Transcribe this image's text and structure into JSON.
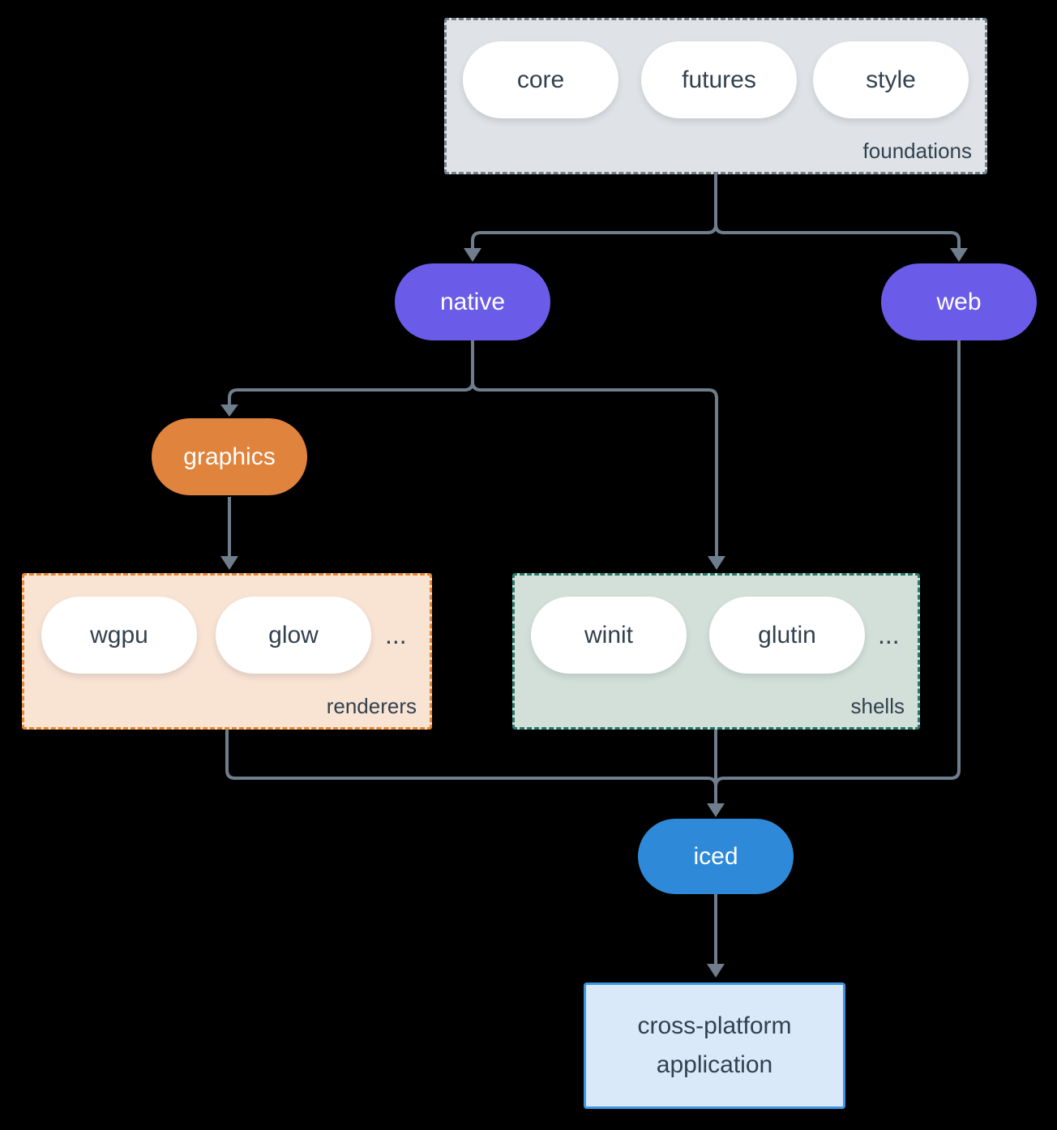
{
  "groups": {
    "foundations": {
      "label": "foundations",
      "pills": [
        "core",
        "futures",
        "style"
      ]
    },
    "renderers": {
      "label": "renderers",
      "pills": [
        "wgpu",
        "glow"
      ],
      "ellipsis": "..."
    },
    "shells": {
      "label": "shells",
      "pills": [
        "winit",
        "glutin"
      ],
      "ellipsis": "..."
    }
  },
  "nodes": {
    "native": "native",
    "web": "web",
    "graphics": "graphics",
    "iced": "iced",
    "application": "cross-platform application"
  },
  "colors": {
    "background": "#000000",
    "line": "#6F7D8C",
    "purple": "#6A5CE8",
    "orange": "#E0833C",
    "blue": "#2E8AD8",
    "foundations_fill": "#DFE3E7",
    "foundations_border": "#76838F",
    "renderers_fill": "#F9E4D4",
    "renderers_border": "#E8872F",
    "shells_fill": "#D3E0DA",
    "shells_border": "#26796A",
    "app_fill": "#D9E9F9",
    "app_border": "#3D95E4",
    "text_dark": "#33414E"
  }
}
